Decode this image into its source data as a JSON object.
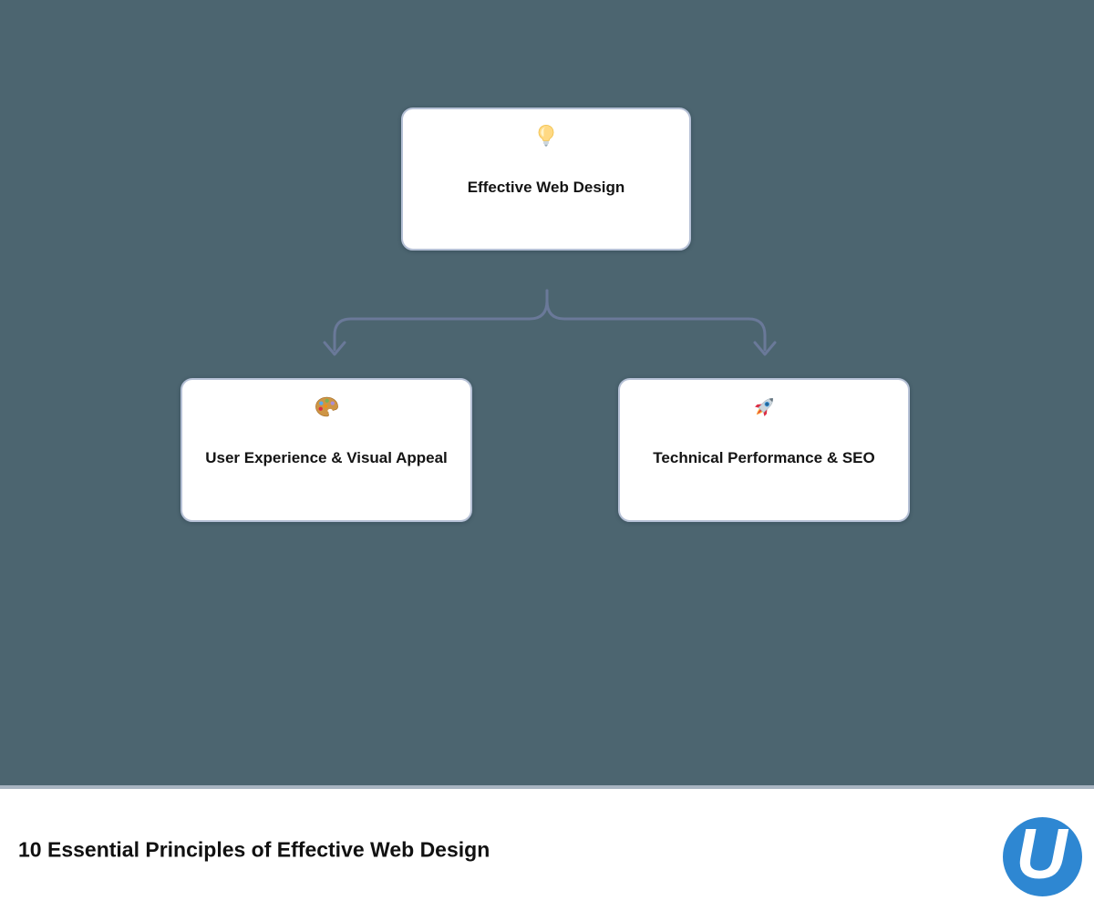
{
  "canvas": {
    "background_color": "#4c6570",
    "connector_color": "#6a7999"
  },
  "diagram": {
    "root": {
      "icon": "lightbulb-icon",
      "label": "Effective Web Design"
    },
    "children": [
      {
        "icon": "palette-icon",
        "label": "User Experience & Visual Appeal"
      },
      {
        "icon": "rocket-icon",
        "label": "Technical Performance & SEO"
      }
    ],
    "card_style": {
      "background": "#ffffff",
      "border_color": "#b6c1d6",
      "text_color": "#141414"
    }
  },
  "footer": {
    "title": "10 Essential Principles of Effective Web Design",
    "background": "#ffffff",
    "divider_color": "#a8b4c1",
    "logo": {
      "letter": "U",
      "color": "#2e87d2"
    }
  }
}
